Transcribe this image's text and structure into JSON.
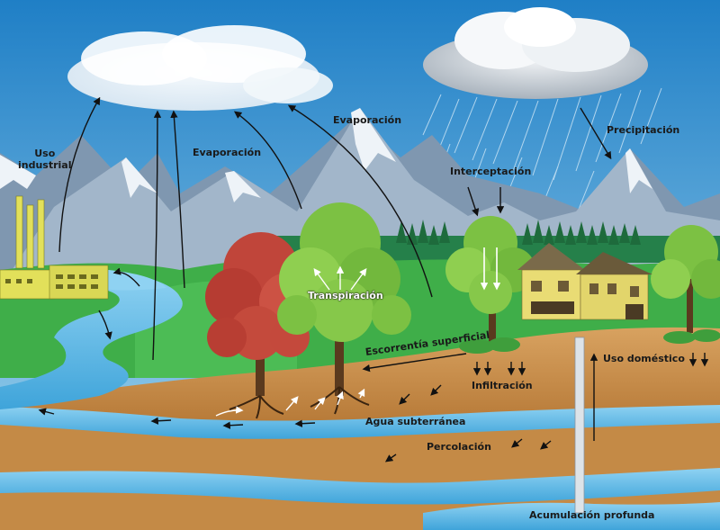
{
  "labels": {
    "uso_industrial": [
      "Uso",
      "industrial"
    ],
    "evaporacion_left": "Evaporación",
    "evaporacion_top": "Evaporación",
    "precipitacion": "Precipitación",
    "interceptacion": "Interceptación",
    "transpiracion": "Transpiración",
    "escorrentia": "Escorrentía superficial",
    "uso_domestico": "Uso doméstico",
    "infiltracion": "Infiltración",
    "agua_subterranea": "Agua subterránea",
    "percolacion": "Percolación",
    "acumulacion": "Acumulación profunda"
  },
  "colors": {
    "sky_top": "#1f7fc6",
    "sky_bottom": "#9fd4ef",
    "mountain": "#8fa6bd",
    "snow": "#e6eef5",
    "grass": "#3fae49",
    "soil": "#c98f4a",
    "soil_dark": "#a86a2c",
    "water": "#5ab9e6",
    "factory": "#e2e05a",
    "house": "#e9dc74",
    "tree_green": "#7cc143",
    "tree_red": "#c0453a"
  }
}
